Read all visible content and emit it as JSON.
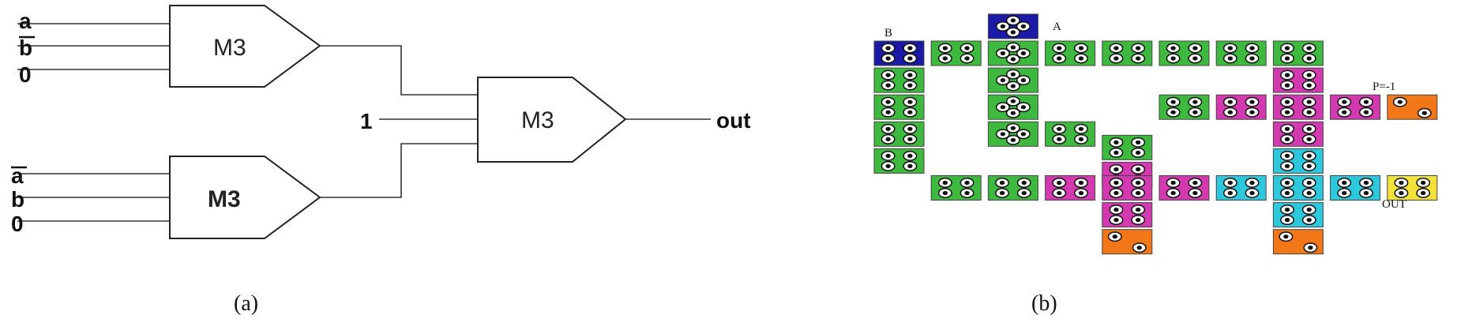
{
  "panel_a": {
    "caption": "(a)",
    "gate_label": "M3",
    "top_inputs": [
      "a",
      "b",
      "0"
    ],
    "bottom_inputs": [
      "a",
      "b",
      "0"
    ],
    "middle_input": "1",
    "output": "out"
  },
  "panel_b": {
    "caption": "(b)",
    "label_A": "A",
    "label_B": "B",
    "label_P": "P=-1",
    "label_OUT": "OUT",
    "colors": {
      "blue": "#1a1aa6",
      "green": "#3fb83f",
      "magenta": "#d43ab0",
      "cyan": "#2ec8dc",
      "orange": "#f27718",
      "yellow": "#f2e23a"
    }
  }
}
